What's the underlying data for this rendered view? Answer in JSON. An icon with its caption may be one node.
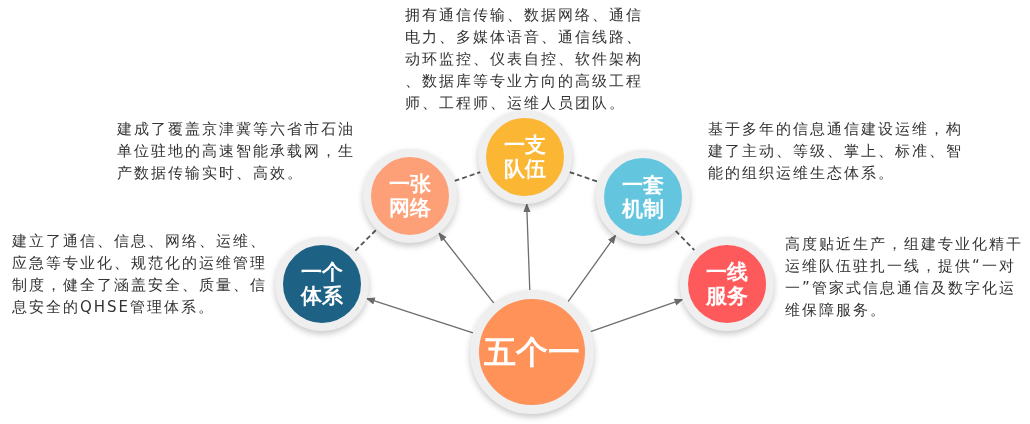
{
  "diagram": {
    "nodes": [
      {
        "text": [
          "五个一"
        ]
      },
      {
        "text": [
          "一个体系"
        ],
        "beside": [
          "建立了通信、信息、网络、运维、应急等专业化、规范化的运维管理制度，健全了涵盖安全、质量、信息安全的QHSE管理体系。"
        ]
      },
      {
        "text": [
          "一张网络"
        ],
        "beside": [
          "建成了覆盖京津冀等六省市石油单位驻地的高速智能承载网，生产数据传输实时、高效。"
        ]
      },
      {
        "text": [
          "一支队伍"
        ],
        "beside": [
          "拥有通信传输、数据网络、通信电力、多媒体语音、通信线路、动环监控、仪表自控、软件架构、数据库等专业方向的高级工程师、工程师、运维人员团队。"
        ]
      },
      {
        "text": [
          "一套机制"
        ],
        "beside": [
          "基于多年的信息通信建设运维，构建了主动、等级、掌上、标准、智能的组织运维生态体系。"
        ]
      },
      {
        "text": [
          "一线服务"
        ],
        "beside": [
          "高度贴近生产，组建专业化精干运维队伍驻扎一线，提供“一对一”管家式信息通信及数字化运维保障服务。"
        ]
      }
    ],
    "edges": [
      {
        "from": 0,
        "to": 1,
        "arrow": "to"
      },
      {
        "from": 0,
        "to": 2,
        "arrow": "to"
      },
      {
        "from": 0,
        "to": 3,
        "arrow": "to"
      },
      {
        "from": 0,
        "to": 4,
        "arrow": "to"
      },
      {
        "from": 0,
        "to": 5,
        "arrow": "to"
      },
      {
        "from": 1,
        "to": 2,
        "arrow": "none",
        "style": "dashed"
      },
      {
        "from": 2,
        "to": 3,
        "arrow": "none",
        "style": "dashed"
      },
      {
        "from": 3,
        "to": 4,
        "arrow": "none",
        "style": "dashed"
      },
      {
        "from": 4,
        "to": 5,
        "arrow": "none",
        "style": "dashed"
      }
    ]
  }
}
